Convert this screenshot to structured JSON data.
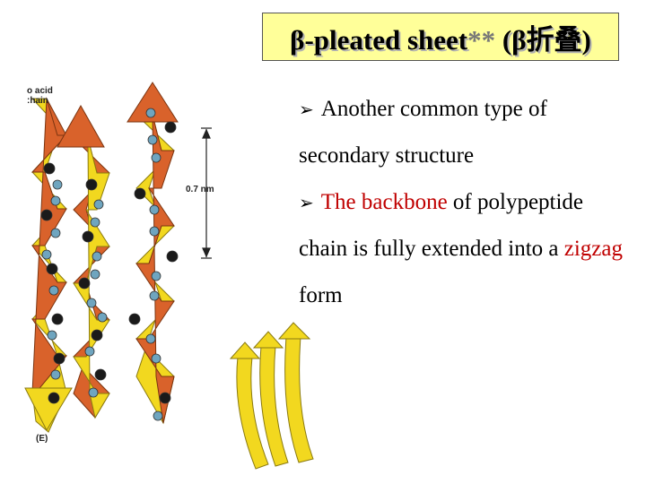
{
  "slide": {
    "title": {
      "main": "β-pleated sheet",
      "stars": "**",
      "paren": " (β折叠)"
    },
    "bullets": [
      {
        "parts": [
          {
            "text": "Another common type of secondary structure",
            "highlight": false
          }
        ]
      },
      {
        "parts": [
          {
            "text": "The backbone",
            "highlight": true
          },
          {
            "text": " of polypeptide chain is fully extended into a ",
            "highlight": false
          },
          {
            "text": "zigzag",
            "highlight": true
          },
          {
            "text": " form",
            "highlight": false
          }
        ]
      }
    ],
    "bullet_icon": "arrowhead-bullet-icon",
    "highlight_color": "#c00000",
    "title_bg_color": "#ffff99"
  },
  "figure": {
    "label_acid": "o acid",
    "label_chain": ":hain",
    "label_distance": "0.7 nm",
    "label_panel": "(E)",
    "colors": {
      "strand_yellow": "#f2d81f",
      "strand_orange": "#d9622b",
      "atom_black": "#1a1a1a",
      "atom_blue": "#6fa5bf"
    }
  }
}
